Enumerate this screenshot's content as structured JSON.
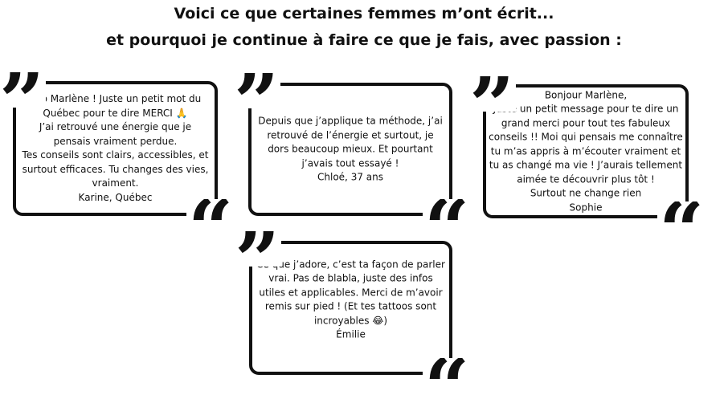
{
  "headline": {
    "line1": "Voici ce que certaines femmes m’ont écrit...",
    "line2": "et pourquoi je continue à faire ce que je fais, avec passion :"
  },
  "quote_marks": {
    "open": "”",
    "close": "“"
  },
  "testimonials": [
    {
      "lines": [
        "Allô Marlène ! Juste un petit mot du",
        "Québec pour te dire MERCI 🙏",
        "J’ai retrouvé une énergie que je",
        "pensais vraiment perdue.",
        "Tes conseils sont clairs, accessibles, et",
        "surtout efficaces. Tu changes des vies,",
        "vraiment.",
        "Karine, Québec"
      ]
    },
    {
      "lines": [
        "Depuis que j’applique ta méthode, j’ai",
        "retrouvé de l’énergie et surtout, je",
        "dors beaucoup mieux. Et pourtant",
        "j’avais tout essayé !",
        "Chloé, 37 ans"
      ]
    },
    {
      "lines": [
        "Bonjour Marlène,",
        "Juste un petit message pour te dire un",
        "grand merci pour tout tes fabuleux",
        "conseils !! Moi qui pensais me connaître",
        "tu m’as appris à m’écouter vraiment et",
        "tu as changé ma vie ! J’aurais tellement",
        "aimée te découvrir plus tôt !",
        "Surtout ne change rien",
        "Sophie"
      ]
    },
    {
      "lines": [
        "Ce que j’adore, c’est ta façon de parler",
        "vrai. Pas de blabla, juste des infos",
        "utiles et applicables. Merci de m’avoir",
        "remis sur pied ! (Et tes tattoos sont",
        "incroyables 😂)",
        "Émilie"
      ]
    }
  ]
}
